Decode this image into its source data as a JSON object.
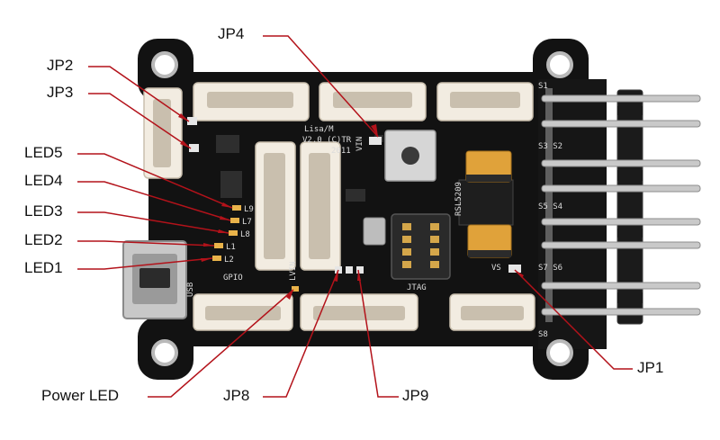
{
  "labels": {
    "jp4": "JP4",
    "jp2": "JP2",
    "jp3": "JP3",
    "led5": "LED5",
    "led4": "LED4",
    "led3": "LED3",
    "led2": "LED2",
    "led1": "LED1",
    "power_led": "Power LED",
    "jp8": "JP8",
    "jp9": "JP9",
    "jp1": "JP1"
  },
  "silkscreen": {
    "board_name": "Lisa/M",
    "version": "V2.0 (C)TR",
    "year": "2011",
    "usb": "USB",
    "gpio": "GPIO",
    "lvin": "LVIN",
    "jtag": "JTAG",
    "vs": "VS",
    "vin": "VIN",
    "s1": "S1",
    "s3s2": "S3 S2",
    "s5s4": "S5 S4",
    "s7s6": "S7 S6",
    "s8": "S8",
    "l9": "L9",
    "l7": "L7",
    "l8": "L8",
    "l1": "L1",
    "l2": "L2",
    "regulator": "RSL5209"
  },
  "colors": {
    "pcb": "#121212",
    "leader": "#b3121a",
    "connector": "#f2ece1",
    "tantalum": "#e0a23a"
  }
}
